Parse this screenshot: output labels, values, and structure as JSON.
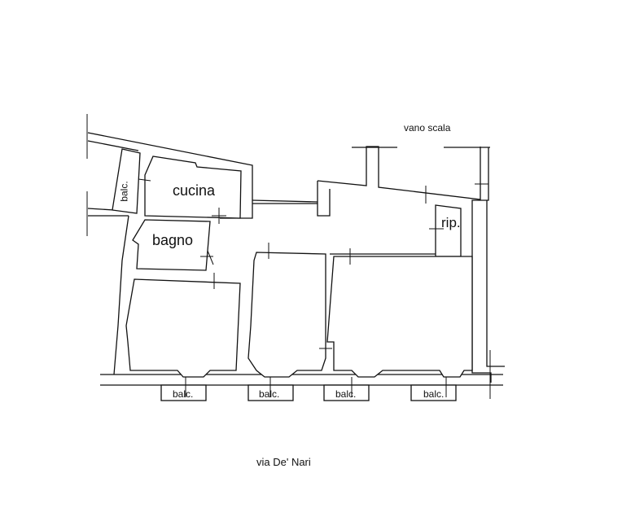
{
  "plan": {
    "labels": {
      "stairwell": "vano scala",
      "kitchen": "cucina",
      "bathroom": "bagno",
      "storage": "rip.",
      "small_balcony": "balc.",
      "balconies": [
        "balc.",
        "balc.",
        "balc.",
        "balc."
      ],
      "street": "via De' Nari"
    }
  }
}
